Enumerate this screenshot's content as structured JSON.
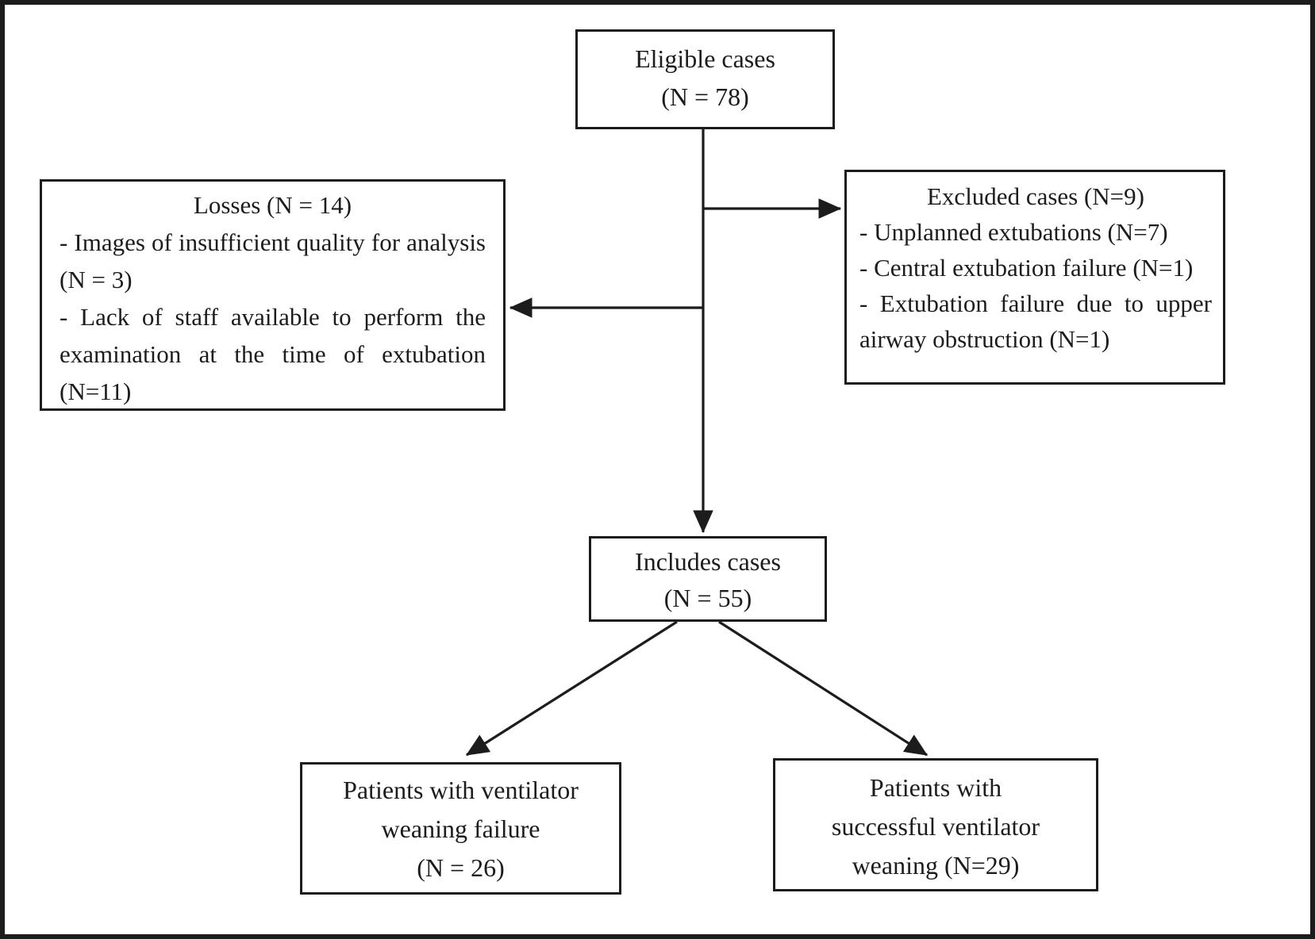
{
  "colors": {
    "ink": "#1c1c1c",
    "background": "#ffffff"
  },
  "flowchart": {
    "eligible": {
      "lines": [
        "Eligible cases",
        "(N = 78)"
      ]
    },
    "losses": {
      "title": "Losses (N = 14)",
      "items": [
        "- Images of insufficient quality for analysis (N = 3)",
        "- Lack of staff available to perform the examination at the time of extubation (N=11)"
      ]
    },
    "excluded": {
      "title": "Excluded cases (N=9)",
      "items": [
        "- Unplanned extubations (N=7)",
        "- Central extubation failure (N=1)",
        "- Extubation failure due to upper airway obstruction (N=1)"
      ]
    },
    "includes": {
      "lines": [
        "Includes cases",
        "(N = 55)"
      ]
    },
    "weaning_failure": {
      "lines": [
        "Patients with ventilator",
        "weaning failure",
        "(N = 26)"
      ]
    },
    "weaning_success": {
      "lines": [
        "Patients with",
        "successful ventilator",
        "weaning (N=29)"
      ]
    }
  }
}
